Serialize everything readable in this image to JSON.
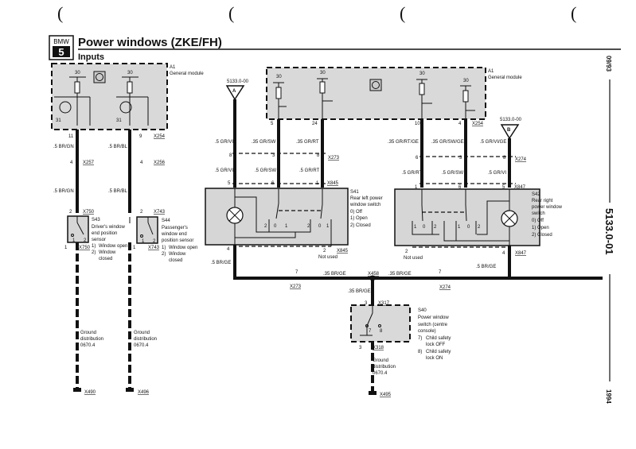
{
  "header": {
    "badge_top": "BMW",
    "badge_num": "5",
    "title": "Power windows (ZKE/FH)",
    "subtitle": "Inputs"
  },
  "margin": {
    "date": "09/93",
    "doc_number": "5133.0-01",
    "year": "1994"
  },
  "binding_marks": [
    "(",
    "(",
    "(",
    "("
  ],
  "left_module": {
    "id": "A1",
    "name": "General module",
    "t30a": "30",
    "t30b": "30",
    "t31a": "31",
    "t31b": "31"
  },
  "left_wires": {
    "pin_a": "11",
    "pin_b": "9",
    "conn_top": "X254",
    "color_a1": ".5 BR/GN",
    "color_b1": ".5 BR/BL",
    "pin_a2": "4",
    "conn_a2": "X257",
    "pin_b2": "4",
    "conn_b2": "X256",
    "color_a2": ".5 BR/GN",
    "color_b2": ".5 BR/BL",
    "pin_a3": "2",
    "conn_a3": "X750",
    "pin_b3": "2",
    "conn_b3": "X743"
  },
  "s43": {
    "id": "S43",
    "l1": "Driver's window",
    "l2": "end position",
    "l3": "sensor",
    "o1n": "1)",
    "o1": "Window open",
    "o2n": "2)",
    "o2a": "Window",
    "o2b": "closed",
    "c1": "1",
    "c2": "2",
    "pin_out": "1",
    "conn_out": "X750"
  },
  "s44": {
    "id": "S44",
    "l1": "Passenger's",
    "l2": "window end",
    "l3": "position sensor",
    "o1n": "1)",
    "o1": "Window open",
    "o2n": "2)",
    "o2a": "Window",
    "o2b": "closed",
    "c1": "1",
    "c2": "2",
    "pin_out": "1",
    "conn_out": "X743"
  },
  "grounds": [
    {
      "l1": "Ground",
      "l2": "distribution",
      "l3": "0670.4",
      "conn": "X490"
    },
    {
      "l1": "Ground",
      "l2": "distribution",
      "l3": "0670.4",
      "conn": "X496"
    },
    {
      "l1": "Ground",
      "l2": "distribution",
      "l3": "0670.4",
      "conn": "X495"
    }
  ],
  "mid_module": {
    "id": "A1",
    "name": "General module",
    "t30": [
      "30",
      "30",
      "30",
      "30"
    ]
  },
  "connectors": {
    "a_ref": "5133.0-00",
    "a": "A",
    "b_ref": "5133.0-00",
    "b": "B"
  },
  "mid_wires": {
    "pins_top": [
      "5",
      "24",
      "10",
      "4"
    ],
    "conn_top": "X254",
    "colors_top": [
      ".5 GR/VI",
      ".35 GR/SW",
      ".35 GR/RT",
      ".35 GR/RT/GE",
      ".35 GR/SW/GE",
      ".5 GR/VI/GE"
    ],
    "x273_pins": [
      "8",
      "3",
      "8"
    ],
    "x273": "X273",
    "x274_pins": [
      "6",
      "3",
      "8"
    ],
    "x274": "X274",
    "colors_mid": [
      ".5 GR/VI",
      ".5 GR/SW",
      ".5 GR/RT",
      ".5 GR/RT",
      ".5 GR/SW",
      ".5 GR/VI"
    ],
    "x845_pins": [
      "5",
      "6",
      "1"
    ],
    "x845": "X845",
    "x847_pins": [
      "1",
      "6",
      "5"
    ],
    "x847": "X847"
  },
  "s41": {
    "id": "S41",
    "l1": "Rear left power",
    "l2": "window switch",
    "o0": "0)  Off",
    "o1": "1)  Open",
    "o2": "2)  Closed",
    "contacts": [
      "2",
      "0",
      "1",
      "2",
      "0",
      "1"
    ],
    "pin_out": "4",
    "pin_nu": "2",
    "conn_nu": "X845",
    "not_used": "Not used",
    "out_color": ".5 BR/GE"
  },
  "s42": {
    "id": "S42",
    "l1": "Rear right",
    "l2": "power window",
    "l3": "switch",
    "o0": "0)  Off",
    "o1": "1)  Open",
    "o2": "2)  Closed",
    "contacts": [
      "1",
      "0",
      "2",
      "1",
      "0",
      "2"
    ],
    "pin_out": "4",
    "conn_out": "X847",
    "pin_nu": "2",
    "not_used": "Not used",
    "out_color": ".5 BR/GE"
  },
  "bus": {
    "pin_l": "7",
    "conn_l": "X273",
    "color_l": ".35 BR/GE",
    "splice": "X458",
    "color_r": ".35 BR/GE",
    "pin_r": "7",
    "conn_r": "X274",
    "color_down": ".35 BR/GE"
  },
  "s40": {
    "pin_in": "3",
    "conn_in": "X317",
    "id": "S40",
    "l1": "Power window",
    "l2": "switch (centre",
    "l3": "console)",
    "o7n": "7)",
    "o7a": "Child safety",
    "o7b": "lock OFF",
    "o8n": "8)",
    "o8a": "Child safety",
    "o8b": "lock ON",
    "c7": "7",
    "c8": "8",
    "pin_out": "3",
    "conn_out": "X318"
  }
}
